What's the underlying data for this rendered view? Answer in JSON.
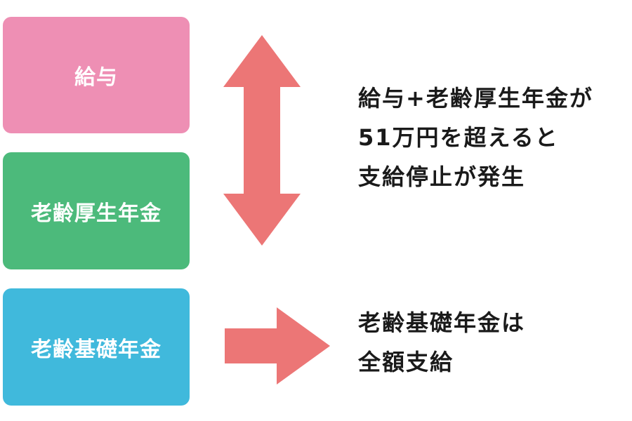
{
  "boxes": {
    "salary": {
      "label": "給与",
      "color": "#ee8fb4"
    },
    "old_age_employees_pension": {
      "label": "老齢厚生年金",
      "color": "#4cba7b"
    },
    "old_age_basic_pension": {
      "label": "老齢基礎年金",
      "color": "#40b9dc"
    }
  },
  "arrows": {
    "color": "#ec7676"
  },
  "notes": {
    "suspension": [
      "給与+老齢厚生年金が",
      "51万円を超えると",
      "支給停止が発生"
    ],
    "full_payment": [
      "老齢基礎年金は",
      "全額支給"
    ]
  }
}
